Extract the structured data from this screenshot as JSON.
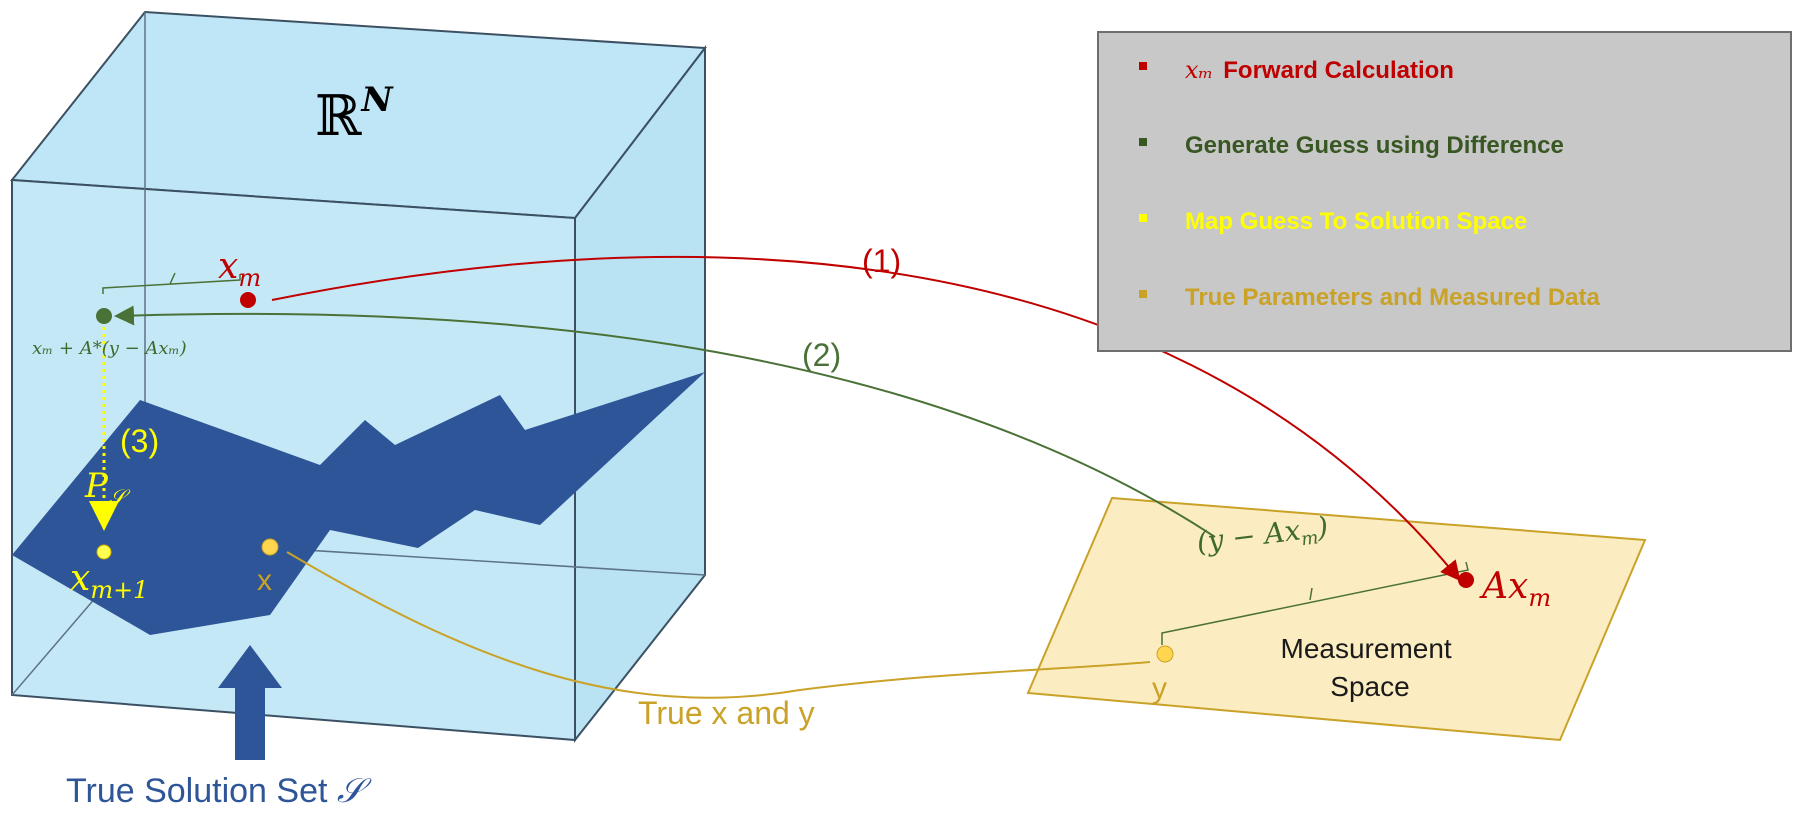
{
  "space_label": {
    "base": "ℝ",
    "exponent": "N"
  },
  "points": {
    "xm": {
      "label_base": "x",
      "label_sub": "m"
    },
    "guess": {
      "label": "xₘ + A*(y − Axₘ)"
    },
    "xm1": {
      "label_base": "x",
      "label_sub": "m+1"
    },
    "x": {
      "label": "x"
    },
    "y": {
      "label": "y"
    },
    "axm": {
      "label_base": "Ax",
      "label_sub": "m"
    }
  },
  "arrows": {
    "step1": "(1)",
    "step2": "(2)",
    "step3": "(3)",
    "projection": {
      "base": "P",
      "sub": "𝒮"
    }
  },
  "difference_label": {
    "prefix": "(y − Ax",
    "sub": "m",
    "suffix": ")"
  },
  "measurement_space": {
    "line1": "Measurement",
    "line2": "Space"
  },
  "true_xy_label": "True x and y",
  "solution_set_label": {
    "text": "True Solution Set ",
    "symbol": "𝒮"
  },
  "legend": {
    "items": [
      {
        "math": "xₘ",
        "text": "Forward Calculation",
        "color": "#c00000"
      },
      {
        "math": "",
        "text": "Generate Guess using Difference",
        "color": "#385723"
      },
      {
        "math": "",
        "text": "Map Guess To Solution Space",
        "color": "#ffff00"
      },
      {
        "math": "",
        "text": "True Parameters and Measured Data",
        "color": "#c9a227"
      }
    ]
  },
  "colors": {
    "cube_fill": "#c5e8f7",
    "cube_edge": "#3b5163",
    "solution_set": "#2e5597",
    "red": "#c00000",
    "green": "#4a7237",
    "yellow": "#ffff00",
    "gold": "#c9a227",
    "measurement_fill": "#fcecc2",
    "blue_text": "#2e5597"
  }
}
